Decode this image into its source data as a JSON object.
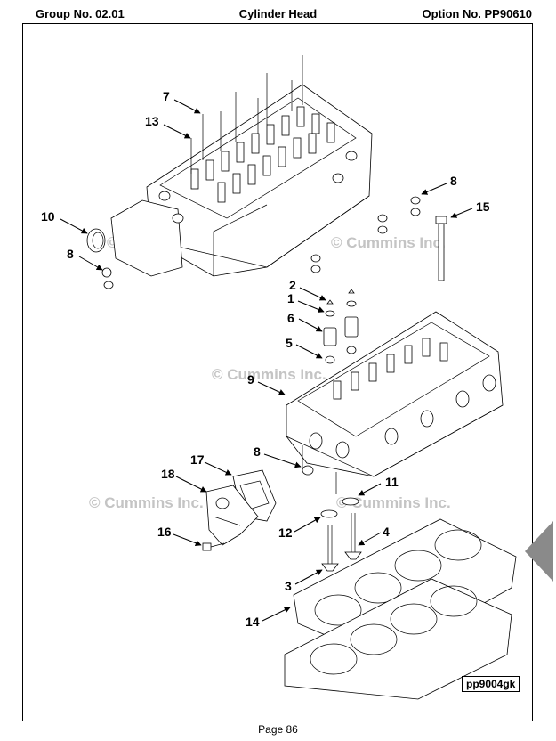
{
  "header": {
    "group": "Group No. 02.01",
    "title": "Cylinder Head",
    "option": "Option No. PP90610"
  },
  "watermark": "© Cummins Inc.",
  "figure_code": "pp9004gk",
  "page": "Page 86",
  "callouts": [
    "7",
    "13",
    "10",
    "8",
    "8",
    "15",
    "2",
    "1",
    "6",
    "5",
    "9",
    "8",
    "17",
    "18",
    "11",
    "16",
    "12",
    "4",
    "3",
    "14"
  ]
}
